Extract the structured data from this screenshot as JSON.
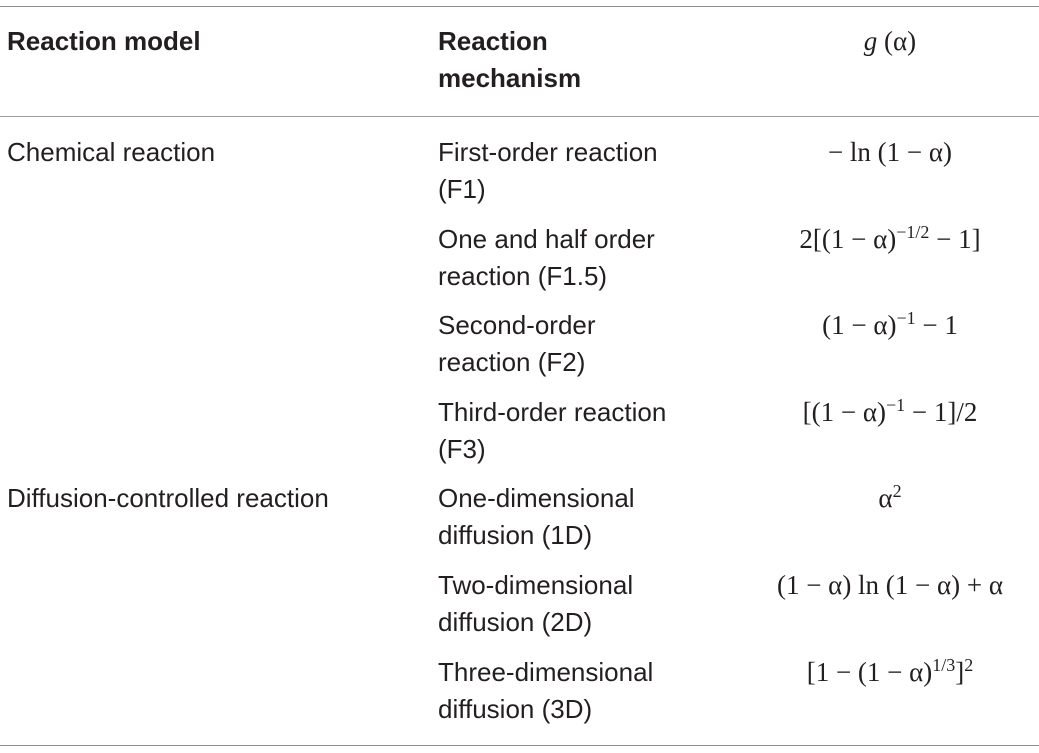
{
  "table": {
    "headers": {
      "model": "Reaction model",
      "mechanism_line1": "Reaction",
      "mechanism_line2": "mechanism",
      "g_func": "g",
      "g_arg": " (α)"
    },
    "rows": [
      {
        "model": "Chemical reaction",
        "mech1": "First-order reaction",
        "mech2": "(F1)",
        "formula": {
          "text": "− ln (1 − α)",
          "sup": "",
          "tail": ""
        }
      },
      {
        "model": "",
        "mech1": "One and half order",
        "mech2": "reaction (F1.5)",
        "formula": {
          "text": "2[(1 − α)",
          "sup": "−1/2",
          "tail": " − 1]"
        }
      },
      {
        "model": "",
        "mech1": "Second-order",
        "mech2": "reaction (F2)",
        "formula": {
          "text": "(1 − α)",
          "sup": "−1",
          "tail": " − 1"
        }
      },
      {
        "model": "",
        "mech1": "Third-order reaction",
        "mech2": "(F3)",
        "formula": {
          "text": "[(1 − α)",
          "sup": "−1",
          "tail": " − 1]/2"
        }
      },
      {
        "model": "Diffusion-controlled reaction",
        "mech1": "One-dimensional",
        "mech2": "diffusion (1D)",
        "formula": {
          "text": "α",
          "sup": "2",
          "tail": ""
        }
      },
      {
        "model": "",
        "mech1": "Two-dimensional",
        "mech2": "diffusion (2D)",
        "formula": {
          "text": "(1 − α) ln (1 − α) + α",
          "sup": "",
          "tail": ""
        }
      },
      {
        "model": "",
        "mech1": "Three-dimensional",
        "mech2": "diffusion (3D)",
        "formula": {
          "text": "[1 − (1 − α)",
          "sup": "1/3",
          "tail": "]",
          "sup2": "2"
        }
      }
    ]
  }
}
